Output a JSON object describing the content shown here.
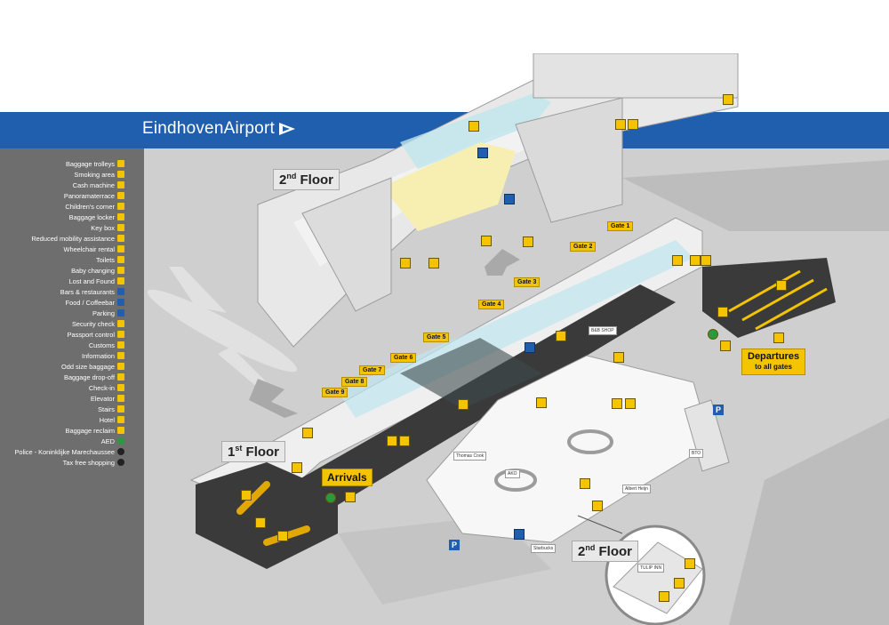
{
  "brand": {
    "name": "EindhovenAirport",
    "banner_color": "#1f5fae"
  },
  "legend": [
    {
      "label": "Baggage trolleys",
      "icon": "trolley-icon"
    },
    {
      "label": "Smoking area",
      "icon": "smoking-icon"
    },
    {
      "label": "Cash machine",
      "icon": "atm-icon"
    },
    {
      "label": "Panoramaterrace",
      "icon": "terrace-icon"
    },
    {
      "label": "Children's corner",
      "icon": "children-icon"
    },
    {
      "label": "Baggage locker",
      "icon": "locker-icon"
    },
    {
      "label": "Key box",
      "icon": "key-icon"
    },
    {
      "label": "Reduced mobility assistance",
      "icon": "mobility-icon"
    },
    {
      "label": "Wheelchair rental",
      "icon": "wheelchair-icon"
    },
    {
      "label": "Toilets",
      "icon": "toilets-icon"
    },
    {
      "label": "Baby changing",
      "icon": "baby-icon"
    },
    {
      "label": "Lost and Found",
      "icon": "lost-found-icon"
    },
    {
      "label": "Bars & restaurants",
      "icon": "bar-icon"
    },
    {
      "label": "Food / Coffeebar",
      "icon": "coffee-icon"
    },
    {
      "label": "Parking",
      "icon": "parking-icon"
    },
    {
      "label": "Security check",
      "icon": "security-icon"
    },
    {
      "label": "Passport control",
      "icon": "passport-icon"
    },
    {
      "label": "Customs",
      "icon": "customs-icon"
    },
    {
      "label": "Information",
      "icon": "info-icon"
    },
    {
      "label": "Odd size baggage",
      "icon": "odd-baggage-icon"
    },
    {
      "label": "Baggage drop-off",
      "icon": "baggage-drop-icon"
    },
    {
      "label": "Check-in",
      "icon": "checkin-icon"
    },
    {
      "label": "Elevator",
      "icon": "elevator-icon"
    },
    {
      "label": "Stairs",
      "icon": "stairs-icon"
    },
    {
      "label": "Hotel",
      "icon": "hotel-icon"
    },
    {
      "label": "Baggage reclaim",
      "icon": "reclaim-icon"
    },
    {
      "label": "AED",
      "icon": "aed-icon"
    },
    {
      "label": "Police - Koninklijke Marechaussee",
      "icon": "police-icon"
    },
    {
      "label": "Tax free shopping",
      "icon": "taxfree-icon"
    }
  ],
  "floors": {
    "second": {
      "main": "2",
      "sup": "nd",
      "word": "Floor"
    },
    "first": {
      "main": "1",
      "sup": "st",
      "word": "Floor"
    },
    "second_inset": {
      "main": "2",
      "sup": "nd",
      "word": "Floor"
    }
  },
  "gates": [
    "Gate 1",
    "Gate 2",
    "Gate 3",
    "Gate 4",
    "Gate 5",
    "Gate 6",
    "Gate 7",
    "Gate 8",
    "Gate 9"
  ],
  "labels": {
    "arrivals": "Arrivals",
    "departures": "Departures",
    "departures_sub": "to all gates",
    "parking": "P"
  },
  "shops": [
    "B&B SHOP",
    "AKO",
    "Thomas Cook",
    "Starbucks",
    "Albert Heijn",
    "BTO",
    "TULIP INN"
  ],
  "colors": {
    "accent": "#f5c400",
    "floor_dark": "#3a3a3a",
    "wall": "#e6e6e6",
    "glass": "#bfe6ee"
  }
}
